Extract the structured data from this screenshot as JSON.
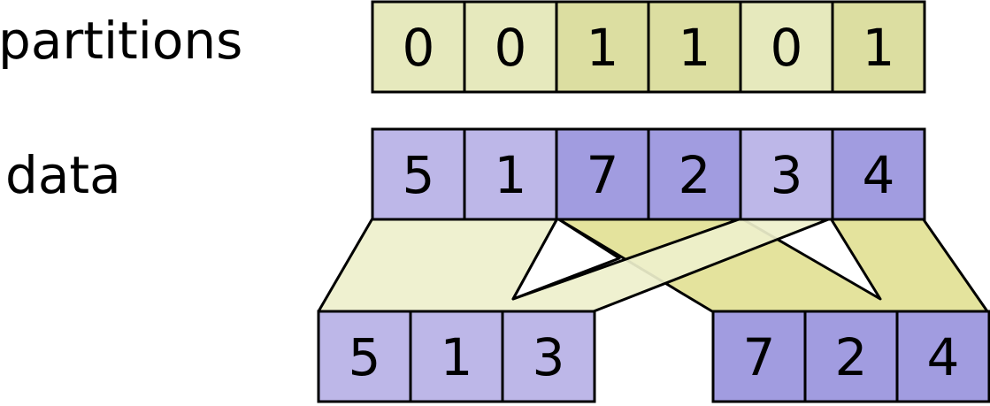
{
  "labels": {
    "partitions": "partitions",
    "data": "data"
  },
  "partitions": [
    "0",
    "0",
    "1",
    "1",
    "0",
    "1"
  ],
  "data": [
    "5",
    "1",
    "7",
    "2",
    "3",
    "4"
  ],
  "output_left": [
    "5",
    "1",
    "3"
  ],
  "output_right": [
    "7",
    "2",
    "4"
  ],
  "colors": {
    "partition_light": "#e6e9bd",
    "partition_dark": "#dcdea1",
    "data_light": "#bdb7e8",
    "data_dark": "#a19ce0",
    "band_left": "#eef0cc",
    "band_right": "#e4e39d",
    "stroke": "#000000"
  }
}
